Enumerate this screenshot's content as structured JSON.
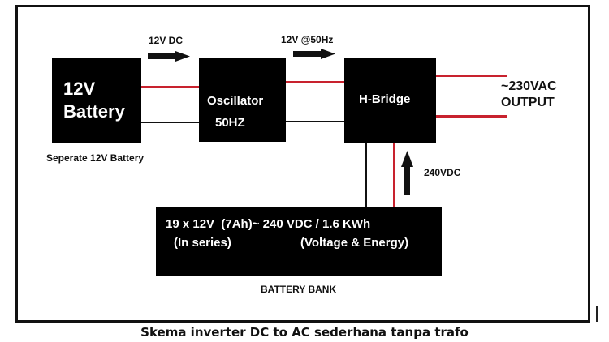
{
  "diagram": {
    "blocks": {
      "battery12v": {
        "line1": "12V",
        "line2": "Battery"
      },
      "oscillator": {
        "line1": "Oscillator",
        "line2": "50HZ"
      },
      "hbridge": {
        "line1": "H-Bridge"
      },
      "battery_bank": {
        "line1": "19 x 12V  (7Ah)~ 240 VDC / 1.6 KWh",
        "line2a": "(In series)",
        "line2b": "(Voltage & Energy)"
      }
    },
    "labels": {
      "arrow1": "12V DC",
      "arrow2": "12V @50Hz",
      "arrow3": "240VDC",
      "output_line1": "~230VAC",
      "output_line2": "OUTPUT",
      "battery_note": "Seperate 12V Battery",
      "bank_note": "BATTERY BANK"
    },
    "colors": {
      "positive_wire": "#c8222e",
      "negative_wire": "#111111",
      "block": "#000000"
    }
  },
  "caption": "Skema inverter DC to AC sederhana tanpa trafo"
}
